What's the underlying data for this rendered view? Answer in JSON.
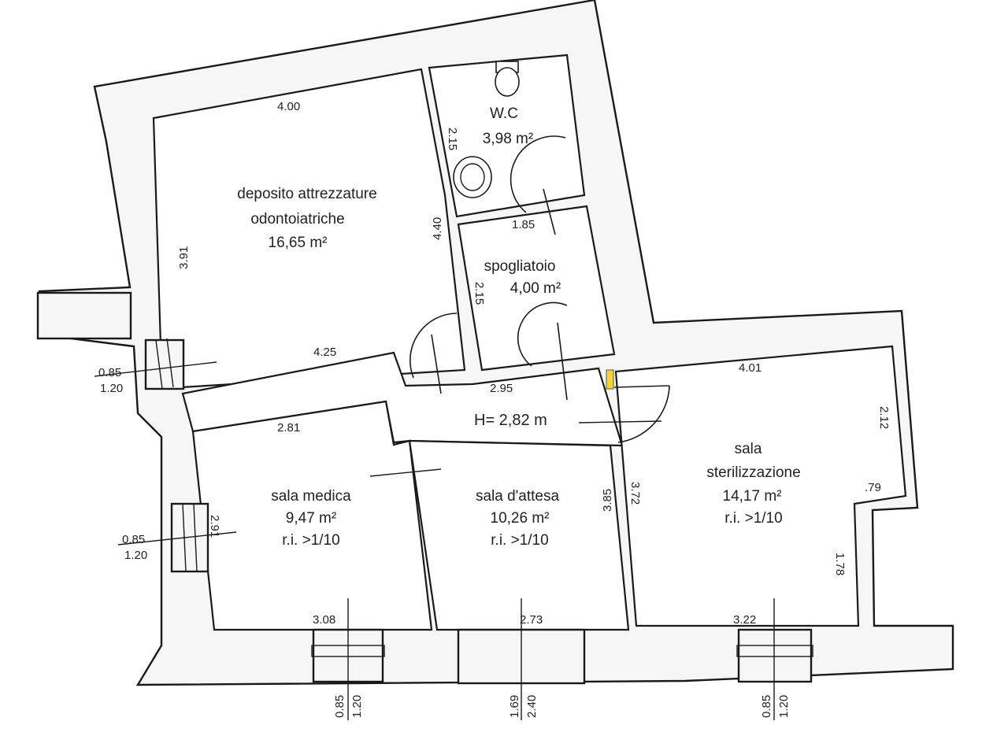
{
  "rooms": {
    "deposito": {
      "name_line1": "deposito attrezzature",
      "name_line2": "odontoiatriche",
      "area": "16,65 m²"
    },
    "wc": {
      "name": "W.C",
      "area": "3,98 m²"
    },
    "spogliatoio": {
      "name": "spogliatoio",
      "area": "4,00 m²"
    },
    "sala_medica": {
      "name": "sala medica",
      "area": "9,47 m²",
      "ri": "r.i. >1/10"
    },
    "sala_attesa": {
      "name": "sala d'attesa",
      "area": "10,26 m²",
      "ri": "r.i. >1/10"
    },
    "sala_sterilizzazione": {
      "name_line1": "sala",
      "name_line2": "sterilizzazione",
      "area": "14,17 m²",
      "ri": "r.i. >1/10"
    }
  },
  "height_label": "H= 2,82 m",
  "dimensions": {
    "deposito_top": "4.00",
    "deposito_left": "3.91",
    "deposito_right": "4.40",
    "deposito_bottom": "4.25",
    "wc_side": "2.15",
    "spogliatoio_top": "1.85",
    "spogliatoio_side": "2.15",
    "corridor_bottom": "2.95",
    "sterilizzazione_top": "4.01",
    "sterilizzazione_right_upper": "2.12",
    "sterilizzazione_step": ".79",
    "sterilizzazione_right_lower": "1.78",
    "sterilizzazione_left": "3.72",
    "attesa_right": "3.85",
    "medica_top": "2.81",
    "medica_left": "2.91",
    "medica_bottom": "3.08",
    "attesa_bottom": "2.73",
    "sterilizzazione_bottom": "3.22"
  },
  "openings": {
    "window_upper_left": {
      "a": "0.85",
      "b": "1.20"
    },
    "window_lower_left": {
      "a": "0.85",
      "b": "1.20"
    },
    "window_medica": {
      "a": "0.85",
      "b": "1.20"
    },
    "door_attesa": {
      "a": "1.69",
      "b": "2.40"
    },
    "window_sterilizzazione": {
      "a": "0.85",
      "b": "1.20"
    }
  }
}
